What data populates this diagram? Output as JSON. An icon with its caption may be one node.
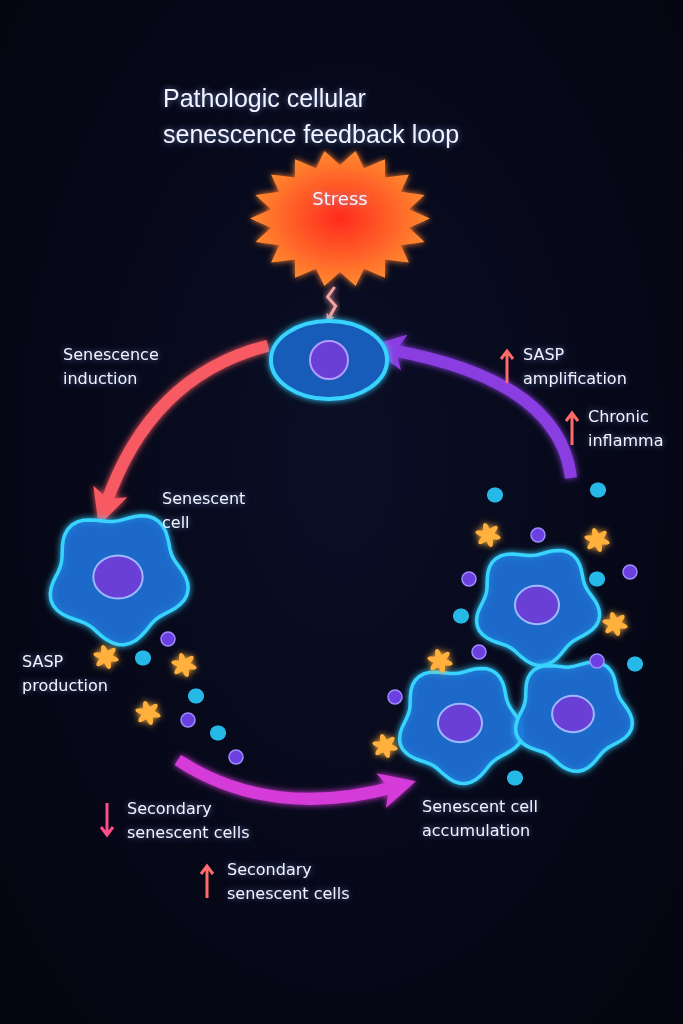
{
  "diagram": {
    "title": "Pathologic cellular senescence feedback loop",
    "nodes": [
      {
        "text": [
          "Stress"
        ]
      },
      {
        "text": [],
        "shape": "picture"
      },
      {
        "text": [],
        "shape": "picture",
        "beside": [
          "Senescent cell"
        ]
      },
      {
        "text": [],
        "shape": "picture",
        "beside": [
          "Senescent cell accumulation"
        ]
      }
    ],
    "edges": [
      {
        "from": 0,
        "to": 1,
        "arrow": "to",
        "color": "#f4a3a0"
      },
      {
        "from": 1,
        "to": 2,
        "arrow": "to",
        "color": "#f75a62"
      },
      {
        "from": 2,
        "to": 3,
        "arrow": "to",
        "color": "#d43ad8"
      },
      {
        "from": 3,
        "to": 1,
        "arrow": "to",
        "color": "#8a3ee0"
      }
    ],
    "labels": [
      "SASP amplification",
      "Senescence induction",
      "Chronic inflamma",
      "SASP production",
      "Secondary senescent cells",
      "Secondary senescent cells"
    ]
  }
}
